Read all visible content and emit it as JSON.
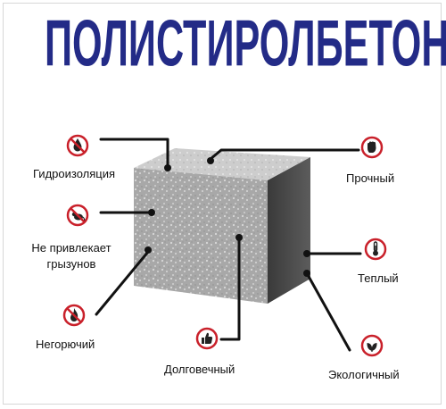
{
  "title": "ПОЛИСТИРОЛБЕТОН",
  "features": {
    "waterproof": "Гидроизоляция",
    "rodents_line1": "Не привлекает",
    "rodents_line2": "грызунов",
    "fireproof": "Негорючий",
    "durable": "Долговечный",
    "strong": "Прочный",
    "warm": "Теплый",
    "eco": "Экологичный"
  },
  "colors": {
    "title": "#232b87",
    "badge_ring": "#c9202a",
    "lines": "#111111",
    "block_front": "#a9a9a9",
    "block_side": "#4a4a4a",
    "block_top": "#cfcfcf"
  },
  "icons": {
    "waterproof": "no-water-drop-icon",
    "rodents": "no-rodent-icon",
    "fireproof": "no-fire-icon",
    "durable": "thumbs-up-icon",
    "strong": "fist-icon",
    "warm": "thermometer-icon",
    "eco": "leaf-icon"
  }
}
